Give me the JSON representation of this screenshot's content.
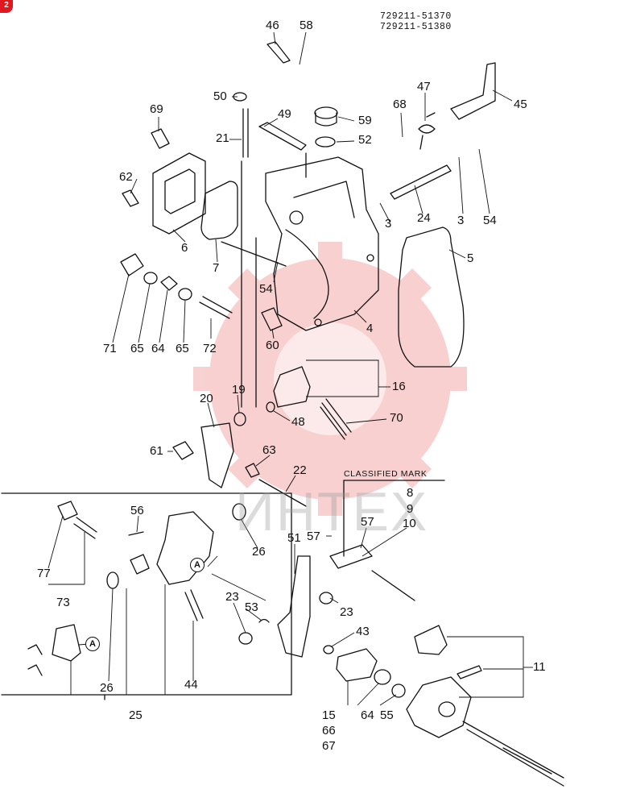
{
  "header": {
    "codes": [
      "729211-51370",
      "729211-51380"
    ]
  },
  "classified_mark": "CLASSIFIED MARK",
  "ref_circle": "A",
  "watermark": {
    "text": "ИНТЕХ",
    "color": "#e03030"
  },
  "badge": {
    "text": "2",
    "color": "#e01820"
  },
  "callouts": [
    "46",
    "58",
    "50",
    "69",
    "49",
    "59",
    "68",
    "47",
    "45",
    "21",
    "52",
    "62",
    "6",
    "7",
    "3",
    "24",
    "3",
    "54",
    "5",
    "54",
    "71",
    "65",
    "64",
    "65",
    "72",
    "4",
    "60",
    "16",
    "20",
    "19",
    "48",
    "70",
    "61",
    "63",
    "22",
    "8",
    "9",
    "10",
    "56",
    "26",
    "51",
    "57",
    "57",
    "77",
    "73",
    "23",
    "53",
    "23",
    "43",
    "11",
    "26",
    "44",
    "25",
    "15",
    "66",
    "67",
    "64",
    "55"
  ]
}
